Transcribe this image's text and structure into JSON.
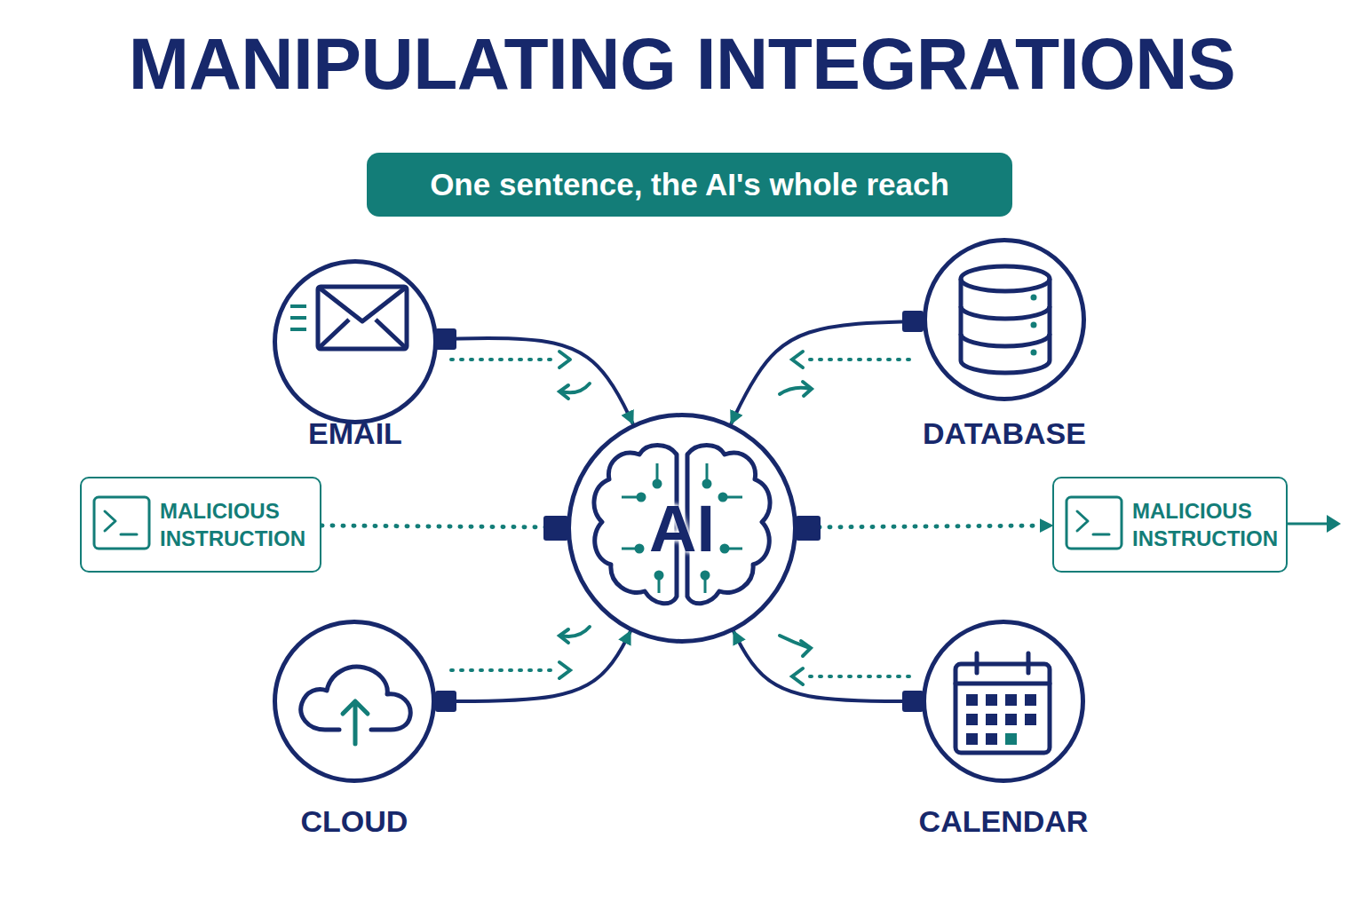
{
  "diagram": {
    "title": "MANIPULATING INTEGRATIONS",
    "nodes": [
      {
        "text": [
          "One sentence, the AI's whole reach"
        ]
      },
      {
        "text": [
          "EMAIL"
        ]
      },
      {
        "text": [
          "DATABASE"
        ]
      },
      {
        "text": [
          "MALICIOUS INSTRUCTION"
        ]
      },
      {
        "text": [
          "AI"
        ]
      },
      {
        "text": [
          "MALICIOUS INSTRUCTION"
        ]
      },
      {
        "text": [
          "CLOUD"
        ]
      },
      {
        "text": [
          "CALENDAR"
        ]
      }
    ],
    "edges": [
      {
        "from": 1,
        "to": 4,
        "arrow": "both"
      },
      {
        "from": 2,
        "to": 4,
        "arrow": "both"
      },
      {
        "from": 3,
        "to": 4,
        "arrow": "to"
      },
      {
        "from": 4,
        "to": 5,
        "arrow": "to"
      },
      {
        "from": 6,
        "to": 4,
        "arrow": "both"
      },
      {
        "from": 7,
        "to": 4,
        "arrow": "both"
      }
    ]
  }
}
